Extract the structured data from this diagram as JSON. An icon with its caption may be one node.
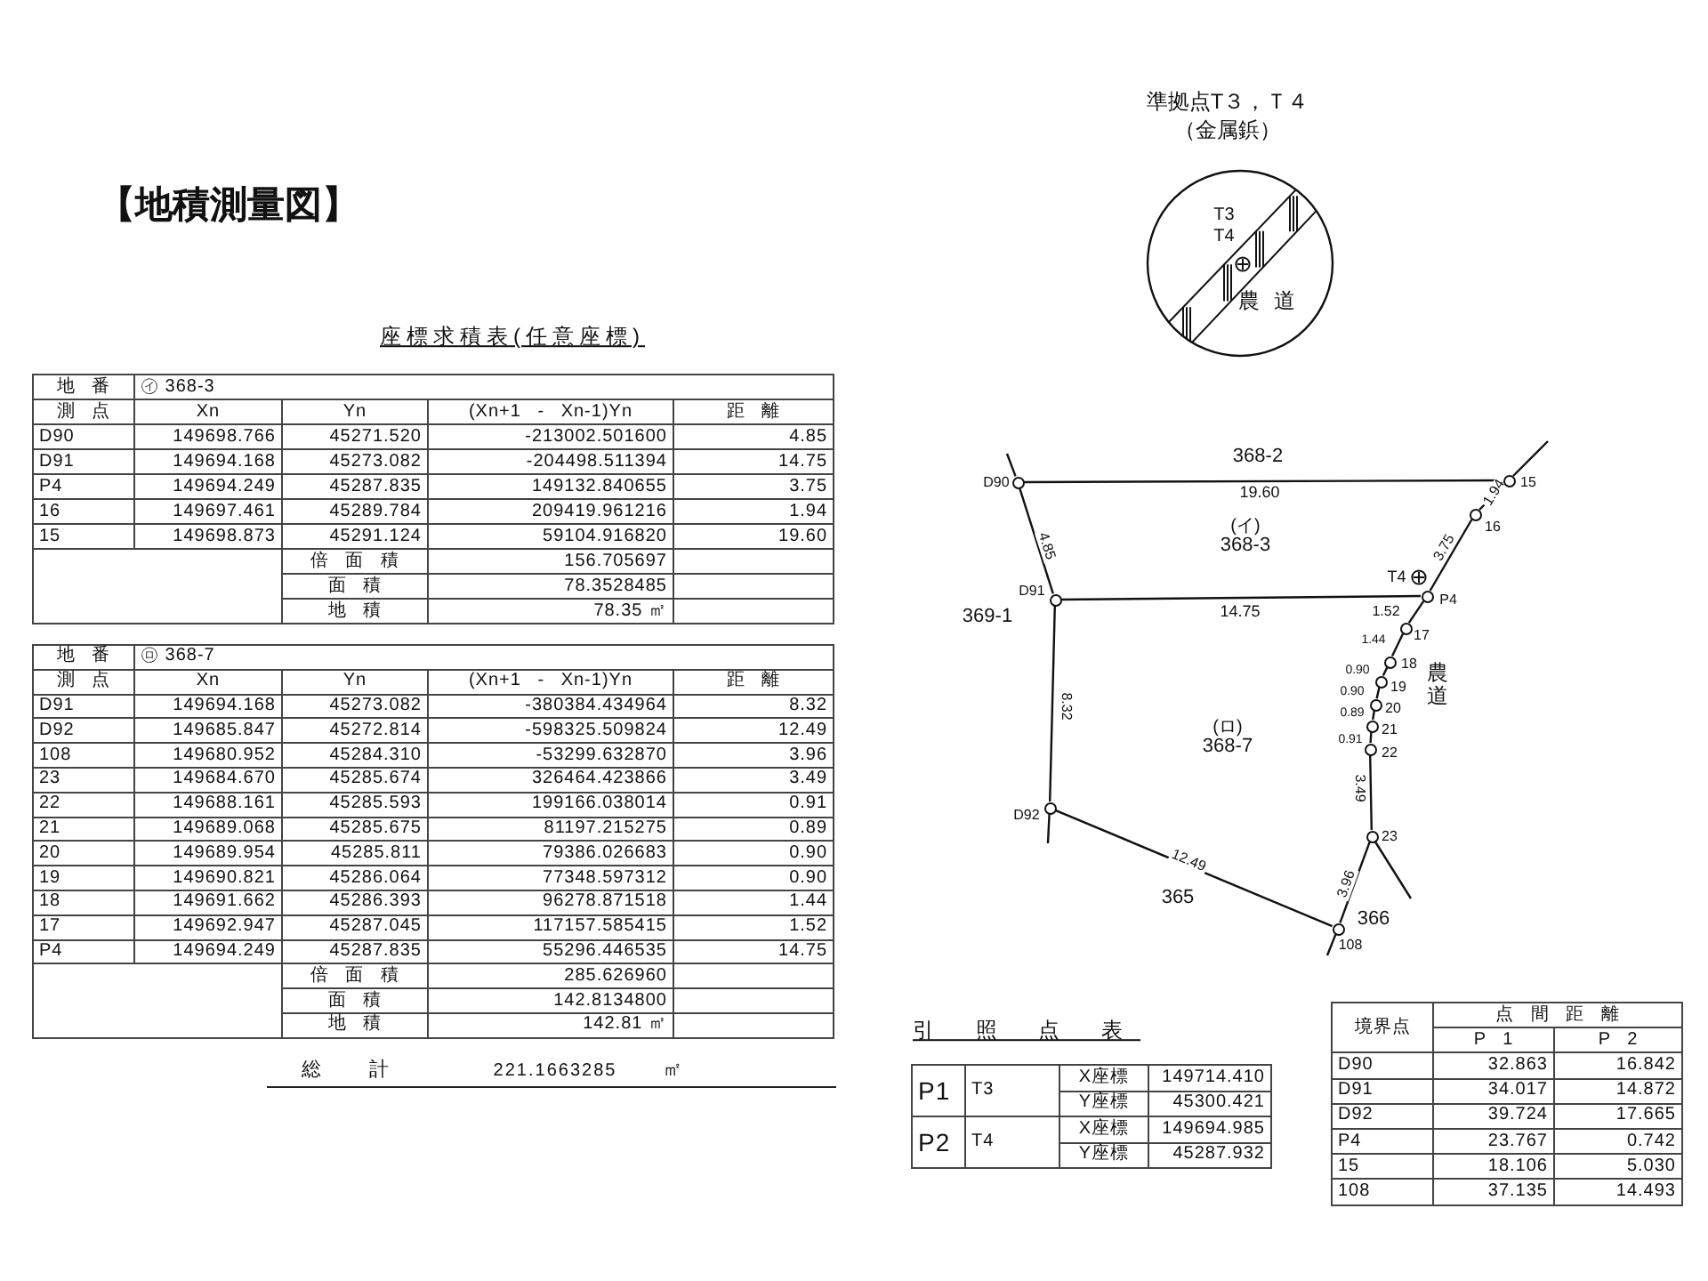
{
  "diagram": {
    "nodes": [
      {
        "text": [],
        "shape": "circle",
        "beside": [
          "D90"
        ]
      },
      {
        "text": [],
        "shape": "circle",
        "beside": [
          "15"
        ]
      },
      {
        "text": [],
        "shape": "circle",
        "beside": [
          "16"
        ]
      },
      {
        "text": [],
        "shape": "circle",
        "beside": [
          "P4"
        ]
      },
      {
        "text": [],
        "shape": "circle",
        "beside": [
          "D91"
        ]
      },
      {
        "text": [],
        "shape": "circle",
        "beside": [
          "17"
        ]
      },
      {
        "text": [],
        "shape": "circle",
        "beside": [
          "18"
        ]
      },
      {
        "text": [],
        "shape": "circle",
        "beside": [
          "19"
        ]
      },
      {
        "text": [],
        "shape": "circle",
        "beside": [
          "20"
        ]
      },
      {
        "text": [],
        "shape": "circle",
        "beside": [
          "21"
        ]
      },
      {
        "text": [],
        "shape": "circle",
        "beside": [
          "22"
        ]
      },
      {
        "text": [],
        "shape": "circle",
        "beside": [
          "D92"
        ]
      },
      {
        "text": [],
        "shape": "circle",
        "beside": [
          "23"
        ]
      },
      {
        "text": [],
        "shape": "circle",
        "beside": [
          "108"
        ]
      }
    ],
    "edges": [
      {
        "from": 0,
        "to": 1,
        "arrow": "none",
        "label": "19.60"
      },
      {
        "from": 0,
        "to": 4,
        "arrow": "none",
        "label": "4.85"
      },
      {
        "from": 4,
        "to": 3,
        "arrow": "none",
        "label": "14.75"
      },
      {
        "from": 3,
        "to": 2,
        "arrow": "none",
        "label": "3.75"
      },
      {
        "from": 2,
        "to": 1,
        "arrow": "none",
        "label": "1.94"
      },
      {
        "from": 4,
        "to": 11,
        "arrow": "none",
        "label": "8.32"
      },
      {
        "from": 11,
        "to": 13,
        "arrow": "none",
        "label": "12.49"
      },
      {
        "from": 13,
        "to": 12,
        "arrow": "none",
        "label": "3.96"
      },
      {
        "from": 12,
        "to": 10,
        "arrow": "none",
        "label": "3.49"
      },
      {
        "from": 10,
        "to": 9,
        "arrow": "none",
        "label": "0.91"
      },
      {
        "from": 9,
        "to": 8,
        "arrow": "none",
        "label": "0.89"
      },
      {
        "from": 8,
        "to": 7,
        "arrow": "none",
        "label": "0.90"
      },
      {
        "from": 7,
        "to": 6,
        "arrow": "none",
        "label": "0.90"
      },
      {
        "from": 6,
        "to": 5,
        "arrow": "none",
        "label": "1.44"
      },
      {
        "from": 5,
        "to": 3,
        "arrow": "none",
        "label": "1.52"
      },
      {
        "from": 0,
        "to": null,
        "arrow": "none"
      },
      {
        "from": 1,
        "to": null,
        "arrow": "none"
      },
      {
        "from": 11,
        "to": null,
        "arrow": "none"
      },
      {
        "from": 13,
        "to": null,
        "arrow": "none"
      },
      {
        "from": 12,
        "to": null,
        "arrow": "none"
      }
    ],
    "labels": [
      "【地積測量図】",
      "準拠点T３，Ｔ４",
      "（金属鋲）",
      "T3",
      "T4",
      "農道",
      "座標求積表(任意座標)",
      "地 番",
      "㋑ 368-3",
      "測 点",
      "Xn",
      "Yn",
      "(Xn+1 - Xn-1)Yn",
      "距 離",
      "D90",
      "149698.766",
      "45271.520",
      "-213002.501600",
      "4.85",
      "D91",
      "149694.168",
      "45273.082",
      "-204498.511394",
      "14.75",
      "P4",
      "149694.249",
      "45287.835",
      "149132.840655",
      "3.75",
      "16",
      "149697.461",
      "45289.784",
      "209419.961216",
      "1.94",
      "15",
      "149698.873",
      "45291.124",
      "59104.916820",
      "19.60",
      "倍 面 積",
      "156.705697",
      "面 積",
      "78.3528485",
      "地 積",
      "78.35 ㎡",
      "地 番",
      "㋺ 368-7",
      "測 点",
      "Xn",
      "Yn",
      "(Xn+1 - Xn-1)Yn",
      "距 離",
      "D91",
      "149694.168",
      "45273.082",
      "-380384.434964",
      "8.32",
      "D92",
      "149685.847",
      "45272.814",
      "-598325.509824",
      "12.49",
      "108",
      "149680.952",
      "45284.310",
      "-53299.632870",
      "3.96",
      "23",
      "149684.670",
      "45285.674",
      "326464.423866",
      "3.49",
      "22",
      "149688.161",
      "45285.593",
      "199166.038014",
      "0.91",
      "21",
      "149689.068",
      "45285.675",
      "81197.215275",
      "0.89",
      "20",
      "149689.954",
      "45285.811",
      "79386.026683",
      "0.90",
      "19",
      "149690.821",
      "45286.064",
      "77348.597312",
      "0.90",
      "18",
      "149691.662",
      "45286.393",
      "96278.871518",
      "1.44",
      "17",
      "149692.947",
      "45287.045",
      "117157.585415",
      "1.52",
      "P4",
      "149694.249",
      "45287.835",
      "55296.446535",
      "14.75",
      "倍 面 積",
      "285.626960",
      "面 積",
      "142.8134800",
      "地 積",
      "142.81 ㎡",
      "総 計",
      "221.1663285",
      "㎡",
      "368-2",
      "(イ)",
      "368-3",
      "369-1",
      "T4",
      "農道",
      "(ロ)",
      "368-7",
      "365",
      "366",
      "引 照 点 表",
      "P1",
      "T3",
      "X座標",
      "149714.410",
      "Y座標",
      "45300.421",
      "P2",
      "T4",
      "X座標",
      "149694.985",
      "Y座標",
      "45287.932",
      "境界点",
      "点 間 距 離",
      "P 1",
      "P 2",
      "D90",
      "32.863",
      "16.842",
      "D91",
      "34.017",
      "14.872",
      "D92",
      "39.724",
      "17.665",
      "P4",
      "23.767",
      "0.742",
      "15",
      "18.106",
      "5.030",
      "108",
      "37.135",
      "14.493"
    ]
  }
}
